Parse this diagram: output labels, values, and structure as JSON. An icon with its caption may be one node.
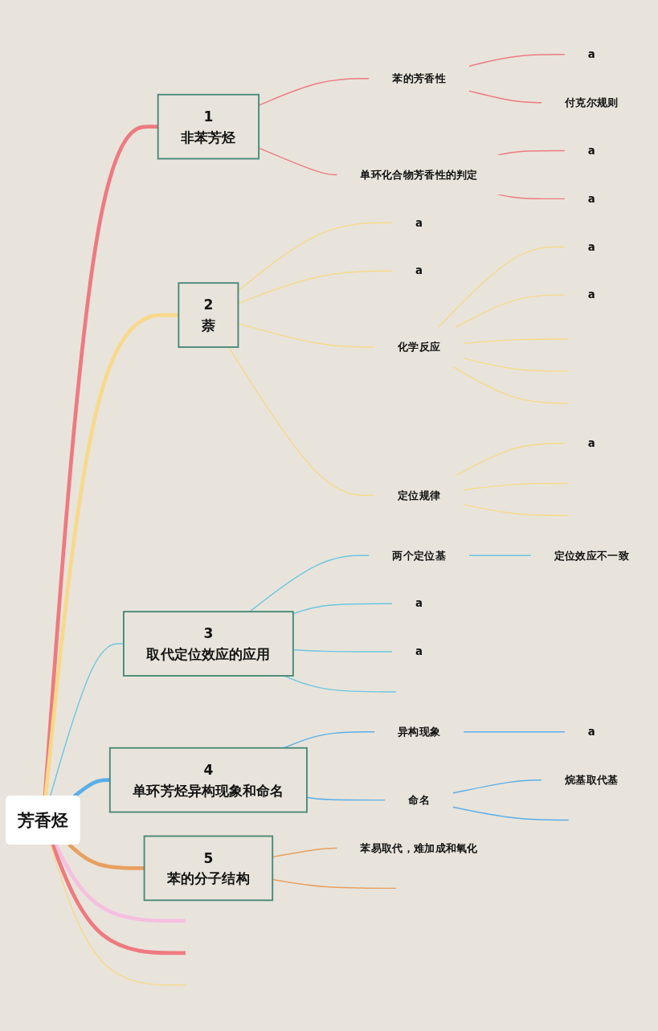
{
  "diagram": {
    "nodes": [
      {
        "text": [
          "芳香烃"
        ]
      },
      {
        "text": [
          "1",
          "非苯芳烃"
        ]
      },
      {
        "text": [
          "苯的芳香性"
        ]
      },
      {
        "text": [
          "a"
        ]
      },
      {
        "text": [
          "付克尔规则"
        ]
      },
      {
        "text": [
          "单环化合物芳香性的判定"
        ]
      },
      {
        "text": [
          "a"
        ]
      },
      {
        "text": [
          "a"
        ]
      },
      {
        "text": [
          "2",
          "萘"
        ]
      },
      {
        "text": [
          "a"
        ]
      },
      {
        "text": [
          "a"
        ]
      },
      {
        "text": [
          "化学反应"
        ]
      },
      {
        "text": [
          "a"
        ]
      },
      {
        "text": [
          "a"
        ]
      },
      {
        "text": [
          "定位规律"
        ]
      },
      {
        "text": [
          "a"
        ]
      },
      {
        "text": [
          "3",
          "取代定位效应的应用"
        ]
      },
      {
        "text": [
          "两个定位基"
        ]
      },
      {
        "text": [
          "定位效应不一致"
        ]
      },
      {
        "text": [
          "a"
        ]
      },
      {
        "text": [
          "a"
        ]
      },
      {
        "text": [
          "4",
          "单环芳烃异构现象和命名"
        ]
      },
      {
        "text": [
          "异构现象"
        ]
      },
      {
        "text": [
          "a"
        ]
      },
      {
        "text": [
          "命名"
        ]
      },
      {
        "text": [
          "烷基取代基"
        ]
      },
      {
        "text": [
          "5",
          "苯的分子结构"
        ]
      },
      {
        "text": [
          "苯易取代，难加成和氧化"
        ]
      }
    ],
    "edges": [
      {
        "from": 0,
        "to": 1,
        "arrow": "none",
        "style": "thick",
        "color": "#ee7a80"
      },
      {
        "from": 1,
        "to": 2,
        "arrow": "none",
        "color": "#ee7a80"
      },
      {
        "from": 2,
        "to": 3,
        "arrow": "none",
        "color": "#ee7a80"
      },
      {
        "from": 2,
        "to": 4,
        "arrow": "none",
        "color": "#ee7a80"
      },
      {
        "from": 1,
        "to": 5,
        "arrow": "none",
        "color": "#ee7a80"
      },
      {
        "from": 5,
        "to": 6,
        "arrow": "none",
        "color": "#ee7a80"
      },
      {
        "from": 5,
        "to": 7,
        "arrow": "none",
        "color": "#ee7a80"
      },
      {
        "from": 0,
        "to": 8,
        "arrow": "none",
        "style": "thick",
        "color": "#f8d98a"
      },
      {
        "from": 8,
        "to": 9,
        "arrow": "none",
        "color": "#f8d98a"
      },
      {
        "from": 8,
        "to": 10,
        "arrow": "none",
        "color": "#f8d98a"
      },
      {
        "from": 8,
        "to": 11,
        "arrow": "none",
        "color": "#f8d98a"
      },
      {
        "from": 11,
        "to": 12,
        "arrow": "none",
        "color": "#f8d98a"
      },
      {
        "from": 11,
        "to": 13,
        "arrow": "none",
        "color": "#f8d98a"
      },
      {
        "from": 11,
        "to": null,
        "arrow": "none",
        "color": "#f8d98a"
      },
      {
        "from": 11,
        "to": null,
        "arrow": "none",
        "color": "#f8d98a"
      },
      {
        "from": 11,
        "to": null,
        "arrow": "none",
        "color": "#f8d98a"
      },
      {
        "from": 8,
        "to": 14,
        "arrow": "none",
        "color": "#f8d98a"
      },
      {
        "from": 14,
        "to": 15,
        "arrow": "none",
        "color": "#f8d98a"
      },
      {
        "from": 14,
        "to": null,
        "arrow": "none",
        "color": "#f8d98a"
      },
      {
        "from": 14,
        "to": null,
        "arrow": "none",
        "color": "#f8d98a"
      },
      {
        "from": 0,
        "to": 16,
        "arrow": "none",
        "color": "#6cc6e0"
      },
      {
        "from": 16,
        "to": 17,
        "arrow": "none",
        "color": "#6cc6e0"
      },
      {
        "from": 17,
        "to": 18,
        "arrow": "none",
        "color": "#6cc6e0"
      },
      {
        "from": 16,
        "to": 19,
        "arrow": "none",
        "color": "#6cc6e0"
      },
      {
        "from": 16,
        "to": 20,
        "arrow": "none",
        "color": "#6cc6e0"
      },
      {
        "from": 16,
        "to": null,
        "arrow": "none",
        "color": "#6cc6e0"
      },
      {
        "from": 0,
        "to": 21,
        "arrow": "none",
        "style": "thick",
        "color": "#5aaee8"
      },
      {
        "from": 21,
        "to": 22,
        "arrow": "none",
        "color": "#5aaee8"
      },
      {
        "from": 22,
        "to": 23,
        "arrow": "none",
        "color": "#5aaee8"
      },
      {
        "from": 21,
        "to": 24,
        "arrow": "none",
        "color": "#5aaee8"
      },
      {
        "from": 24,
        "to": 25,
        "arrow": "none",
        "color": "#5aaee8"
      },
      {
        "from": 24,
        "to": null,
        "arrow": "none",
        "color": "#5aaee8"
      },
      {
        "from": 0,
        "to": 26,
        "arrow": "none",
        "style": "thick",
        "color": "#e8a060"
      },
      {
        "from": 26,
        "to": 27,
        "arrow": "none",
        "color": "#e8a060"
      },
      {
        "from": 26,
        "to": null,
        "arrow": "none",
        "color": "#e8a060"
      },
      {
        "from": 0,
        "to": null,
        "arrow": "none",
        "style": "thick",
        "color": "#f5bfe0"
      },
      {
        "from": 0,
        "to": null,
        "arrow": "none",
        "style": "thick",
        "color": "#ee7a80"
      },
      {
        "from": 0,
        "to": null,
        "arrow": "none",
        "color": "#f8d98a"
      }
    ]
  }
}
